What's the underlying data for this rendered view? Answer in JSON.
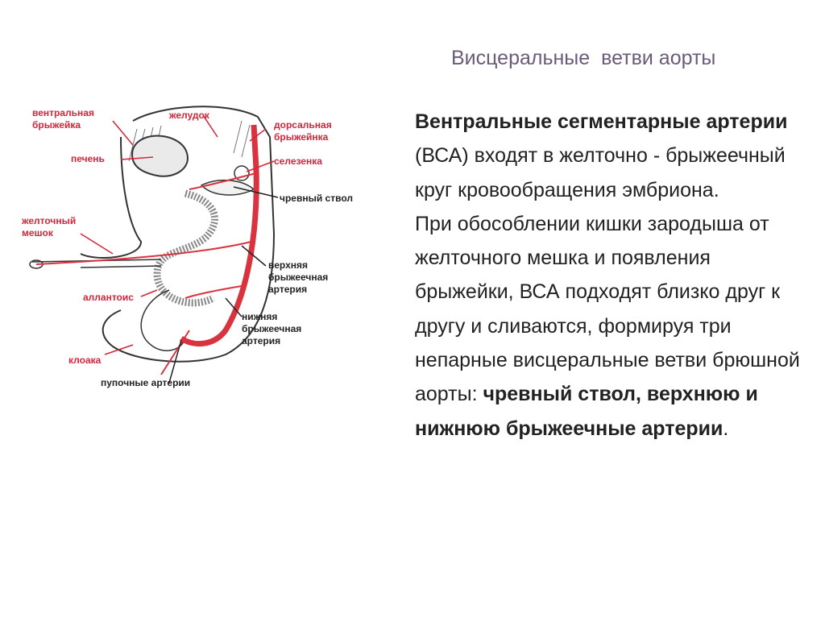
{
  "title": "Висцеральные  ветви аорты",
  "diagram": {
    "labels": {
      "ventral_mesentery": [
        "вентральная",
        "брыжейка"
      ],
      "stomach": "желудок",
      "dorsal_mesentery": [
        "дорсальная",
        "брыжейнка"
      ],
      "liver": "печень",
      "spleen": "селезенка",
      "celiac_trunk": "чревный ствол",
      "yolk_sac": [
        "желточный",
        "мешок"
      ],
      "superior_mesenteric": [
        "верхняя",
        "брыжеечная",
        "артерия"
      ],
      "allantois": "аллантоис",
      "inferior_mesenteric": [
        "нижняя",
        "брыжеечная",
        "артерия"
      ],
      "cloaca": "клоака",
      "umbilical_arteries": "пупочные артерии"
    }
  },
  "text": {
    "p1_bold": "Вентральные сегментарные артерии",
    "p1_rest": " (ВСА) входят в желточно - брыжеечный круг кровообращения эмбриона.",
    "p2_plain": "При обособлении кишки зародыша от желточного мешка и появления брыжейки, ВСА подходят близко друг к другу и сливаются, формируя три непарные висцеральные ветви брюшной аорты: ",
    "p2_bold": "чревный ствол, верхнюю и нижнюю брыжеечные артерии",
    "p2_end": "."
  },
  "colors": {
    "artery": "#d9333f",
    "label_red": "#d4253a",
    "title": "#6b5b7a",
    "outline": "#333333"
  }
}
